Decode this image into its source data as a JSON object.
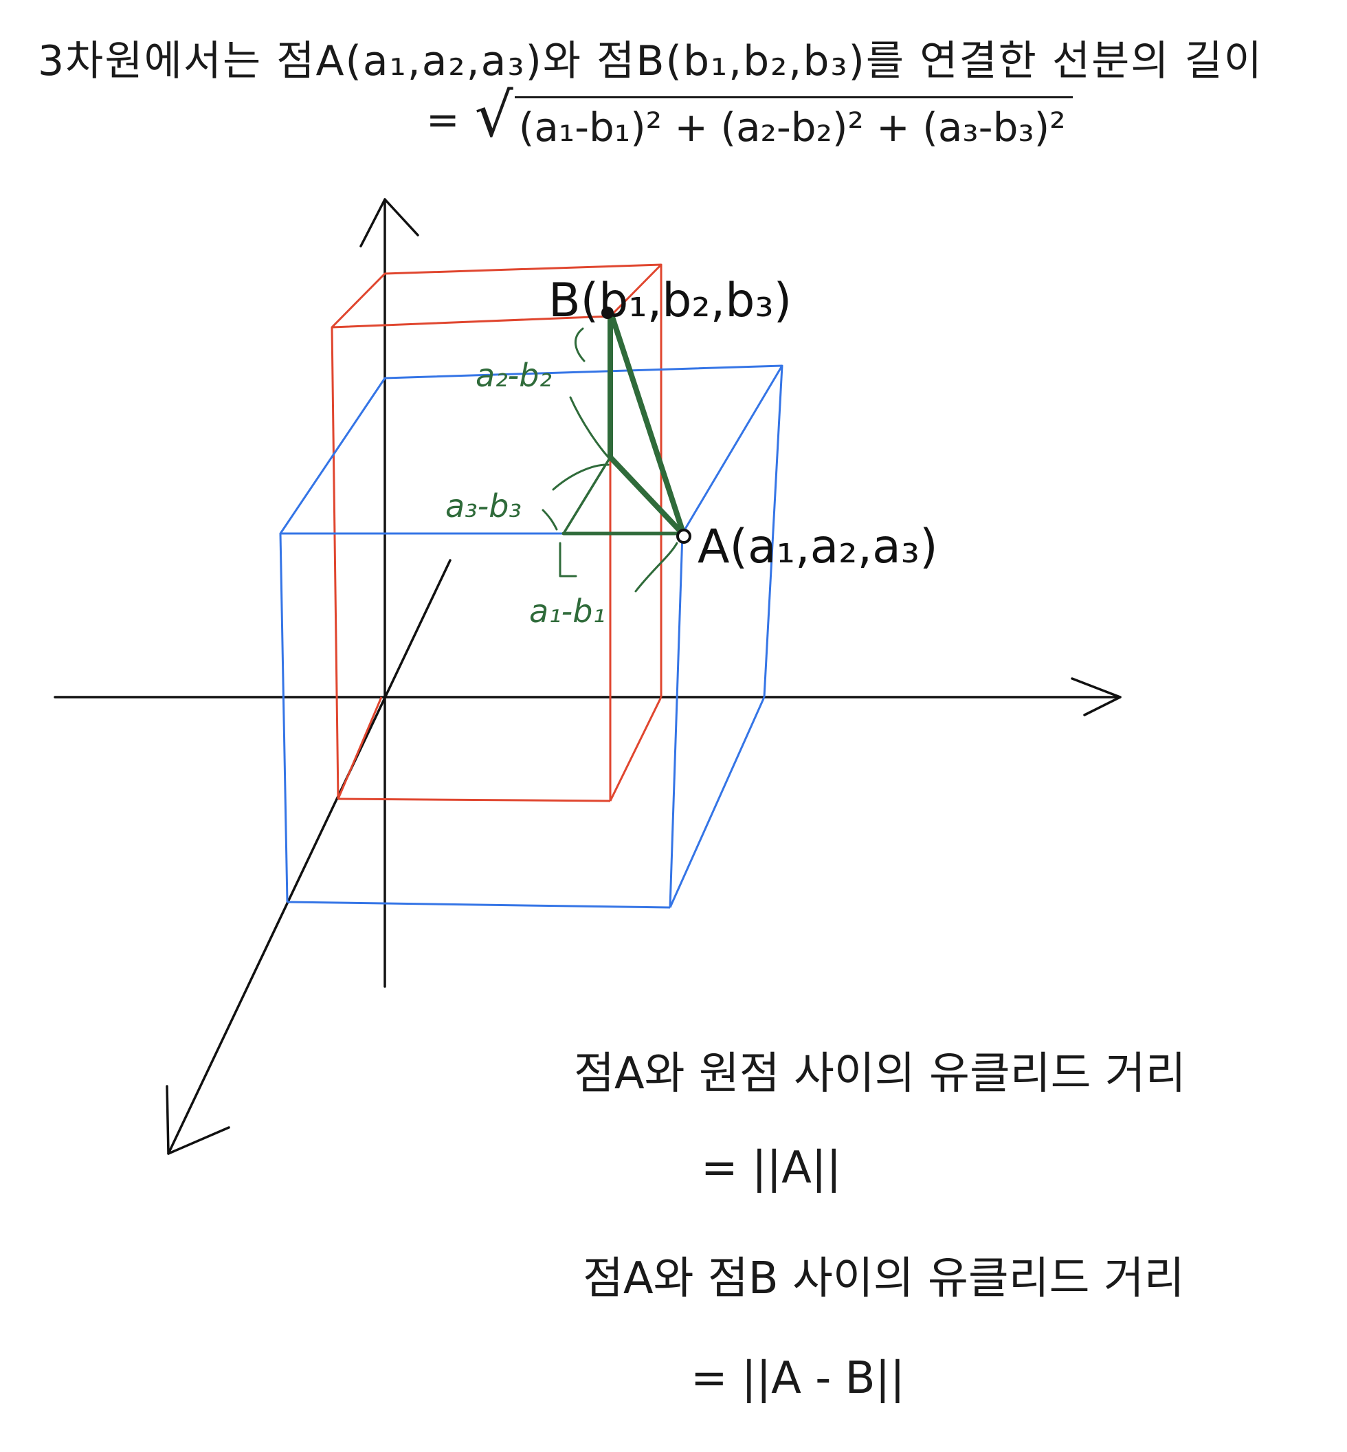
{
  "header": {
    "title": "3차원에서는 점A(a₁,a₂,a₃)와 점B(b₁,b₂,b₃)를 연결한 선분의 길이",
    "formula_eq": "=",
    "formula_radicand": "(a₁-b₁)² + (a₂-b₂)² + (a₃-b₃)²"
  },
  "diagram": {
    "point_b_label": "B(b₁,b₂,b₃)",
    "point_a_label": "A(a₁,a₂,a₃)",
    "label_a2_b2": "a₂-b₂",
    "label_a3_b3": "a₃-b₃",
    "label_a1_b1": "a₁-b₁",
    "colors": {
      "axes": "#111111",
      "red_box": "#e0462f",
      "blue_box": "#3575e6",
      "green_triangle": "#2f6b3a"
    }
  },
  "notes": {
    "line1": "점A와 원점 사이의 유클리드 거리",
    "line2": "= ||A||",
    "line3": "점A와 점B 사이의 유클리드 거리",
    "line4": "= ||A - B||"
  }
}
